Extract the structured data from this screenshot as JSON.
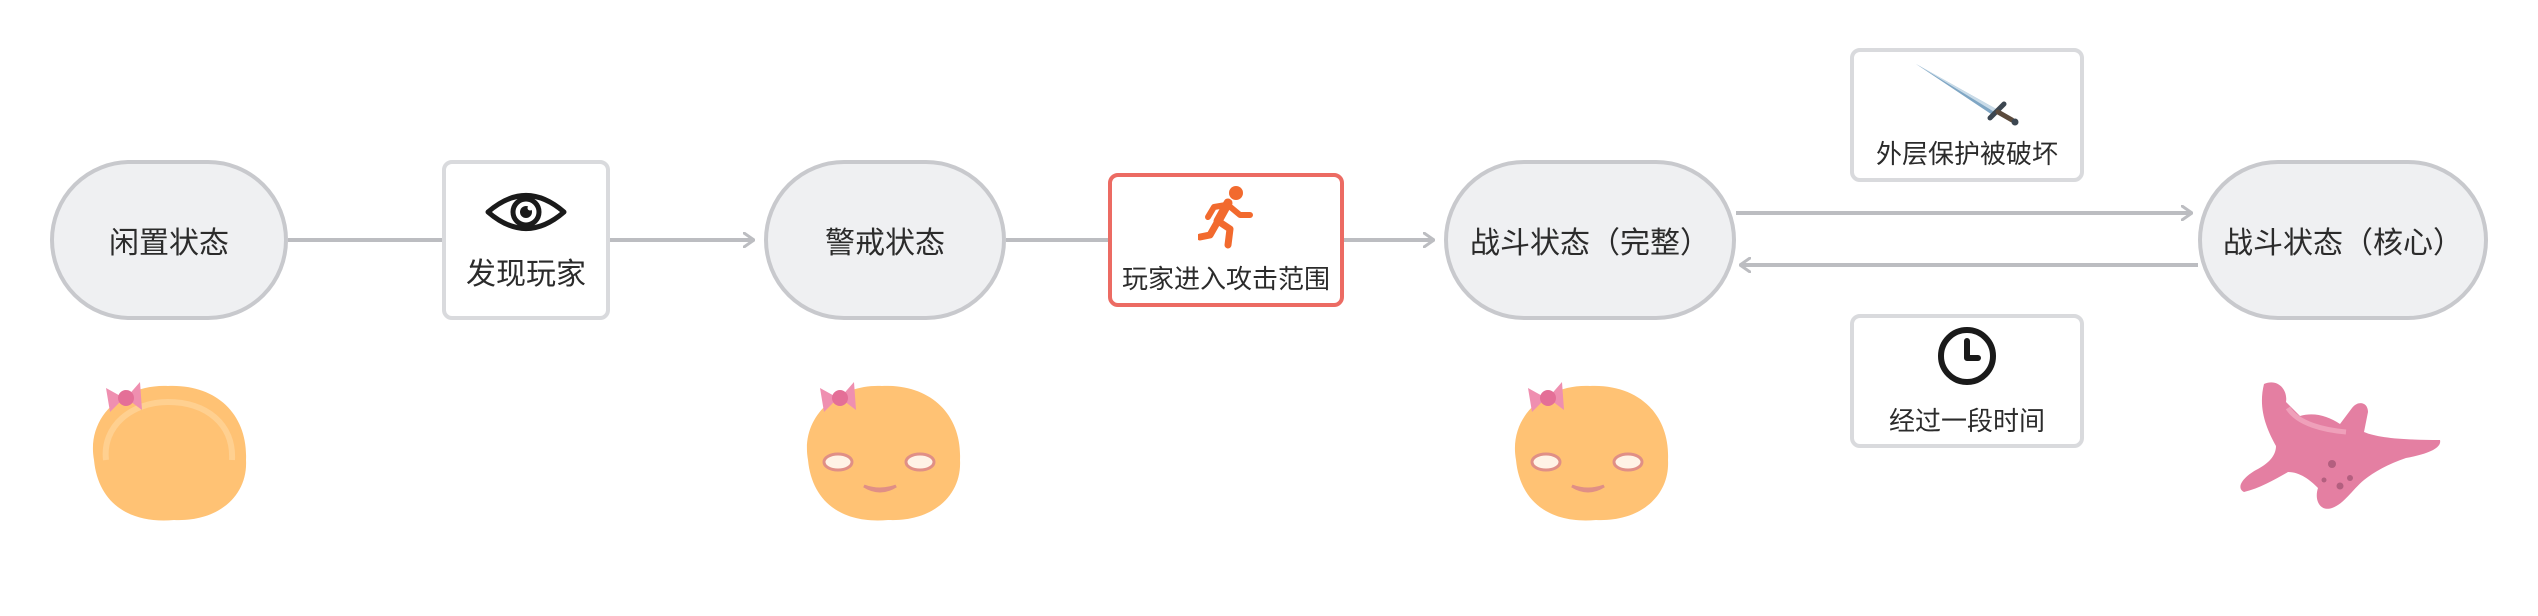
{
  "states": {
    "idle": "闲置状态",
    "alert": "警戒状态",
    "combat_full": "战斗状态（完整）",
    "combat_core": "战斗状态（核心）"
  },
  "conditions": {
    "detect_player": "发现玩家",
    "player_in_range": "玩家进入攻击范围",
    "shield_broken": "外层保护被破坏",
    "time_passes": "经过一段时间"
  },
  "colors": {
    "state_fill": "#eff0f2",
    "state_border": "#c8c9cd",
    "arrow": "#bcbdc1",
    "active_border": "#ec6b63",
    "runner": "#f26a2e",
    "blob": "#ffc274",
    "bow": "#ef8fb0",
    "core": "#e47fa2"
  },
  "icons": {
    "detect_player": "eye-icon",
    "player_in_range": "running-person-icon",
    "shield_broken": "sword-icon",
    "time_passes": "clock-icon"
  }
}
